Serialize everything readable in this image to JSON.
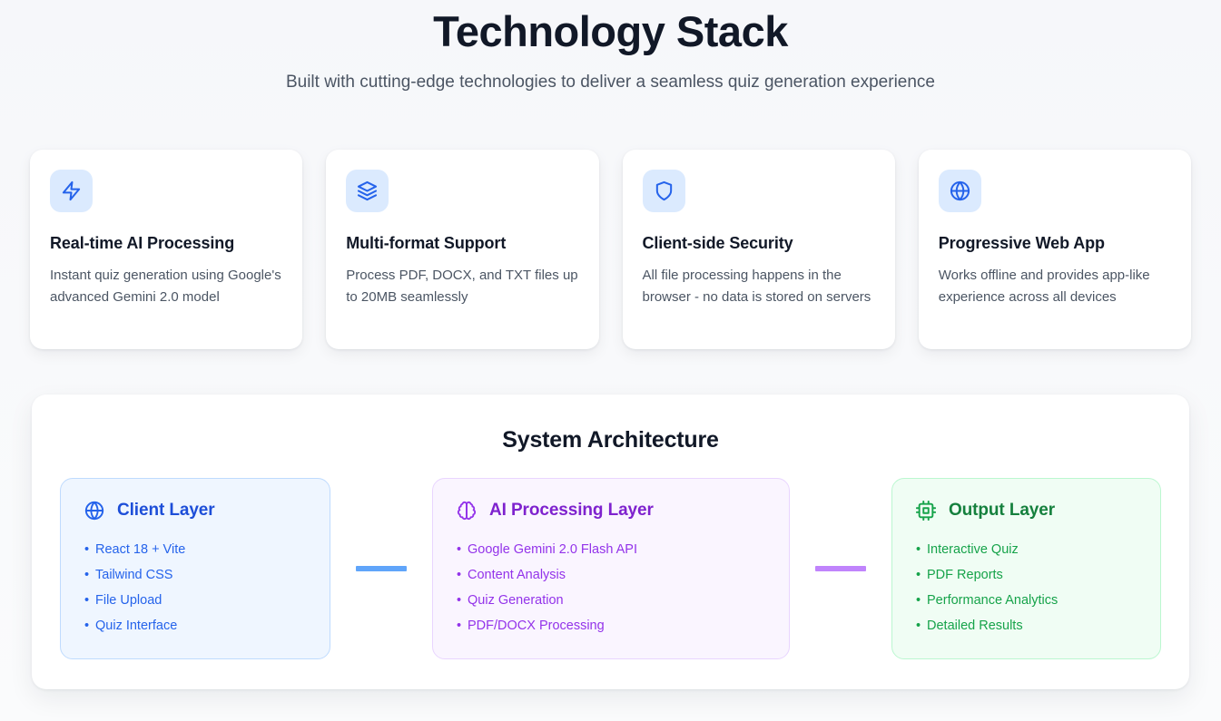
{
  "header": {
    "title": "Technology Stack",
    "subtitle": "Built with cutting-edge technologies to deliver a seamless quiz generation experience"
  },
  "colors": {
    "page_background": "#f8f9fb",
    "title_text": "#111827",
    "subtitle_text": "#4b5563",
    "card_background": "#ffffff",
    "feature_icon_background": "#dbeafe",
    "feature_icon_stroke": "#2563eb",
    "client_accent": "#2563eb",
    "client_background": "#eff6ff",
    "client_border": "#bfdbfe",
    "ai_accent": "#9333ea",
    "ai_background": "#faf5ff",
    "ai_border": "#e9d5ff",
    "output_accent": "#16a34a",
    "output_background": "#f0fdf4",
    "output_border": "#bbf7d0",
    "connector_blue": "#60a5fa",
    "connector_purple": "#c084fc"
  },
  "features": [
    {
      "icon": "zap-icon",
      "title": "Real-time AI Processing",
      "description": "Instant quiz generation using Google's advanced Gemini 2.0 model"
    },
    {
      "icon": "layers-icon",
      "title": "Multi-format Support",
      "description": "Process PDF, DOCX, and TXT files up to 20MB seamlessly"
    },
    {
      "icon": "shield-icon",
      "title": "Client-side Security",
      "description": "All file processing happens in the browser - no data is stored on servers"
    },
    {
      "icon": "globe-icon",
      "title": "Progressive Web App",
      "description": "Works offline and provides app-like experience across all devices"
    }
  ],
  "architecture": {
    "title": "System Architecture",
    "layers": [
      {
        "icon": "globe-icon",
        "name": "Client Layer",
        "items": [
          "React 18 + Vite",
          "Tailwind CSS",
          "File Upload",
          "Quiz Interface"
        ]
      },
      {
        "icon": "brain-icon",
        "name": "AI Processing Layer",
        "items": [
          "Google Gemini 2.0 Flash API",
          "Content Analysis",
          "Quiz Generation",
          "PDF/DOCX Processing"
        ]
      },
      {
        "icon": "cpu-icon",
        "name": "Output Layer",
        "items": [
          "Interactive Quiz",
          "PDF Reports",
          "Performance Analytics",
          "Detailed Results"
        ]
      }
    ],
    "connectors": [
      "blue-arrow-connector",
      "purple-arrow-connector"
    ]
  }
}
